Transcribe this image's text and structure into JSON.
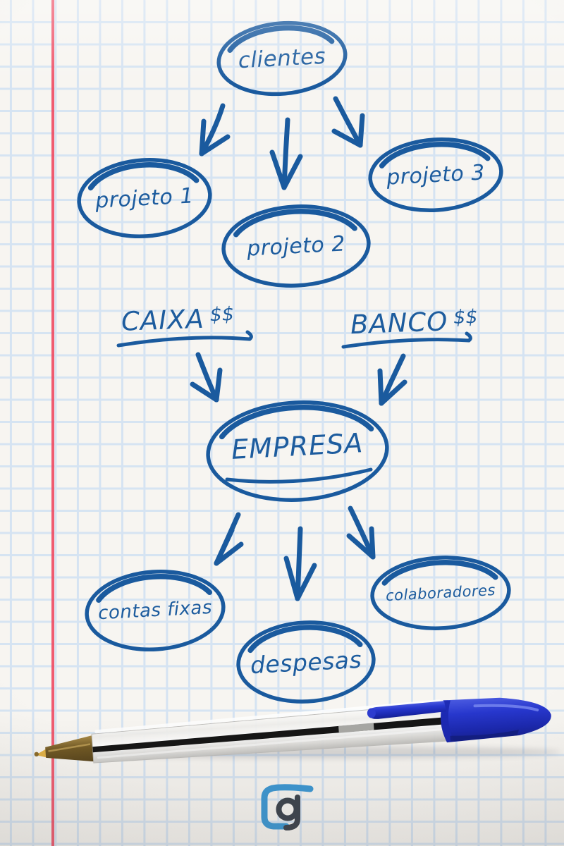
{
  "diagram": {
    "nodes": {
      "clientes": {
        "label": "clientes"
      },
      "projeto1": {
        "label": "projeto 1"
      },
      "projeto2": {
        "label": "projeto 2"
      },
      "projeto3": {
        "label": "projeto 3"
      },
      "empresa": {
        "label": "EMPRESA"
      },
      "contas_fixas": {
        "label": "contas fixas"
      },
      "despesas": {
        "label": "despesas"
      },
      "colaboradores": {
        "label": "colaboradores"
      }
    },
    "sources": {
      "caixa": {
        "label": "CAIXA",
        "currency": "$$"
      },
      "banco": {
        "label": "BANCO",
        "currency": "$$"
      }
    },
    "edges": [
      {
        "from": "clientes",
        "to": "projeto 1"
      },
      {
        "from": "clientes",
        "to": "projeto 2"
      },
      {
        "from": "clientes",
        "to": "projeto 3"
      },
      {
        "from": "CAIXA $$",
        "to": "EMPRESA"
      },
      {
        "from": "BANCO $$",
        "to": "EMPRESA"
      },
      {
        "from": "EMPRESA",
        "to": "contas fixas"
      },
      {
        "from": "EMPRESA",
        "to": "despesas"
      },
      {
        "from": "EMPRESA",
        "to": "colaboradores"
      }
    ],
    "colors": {
      "ink": "#1a5a9e",
      "grid": "#d5e3f2",
      "paper": "#f7f5f1",
      "margin_line": "#ee4a62",
      "pen_cap_blue": "#2433c5",
      "logo_blue": "#3b97d3",
      "logo_letter": "#3b424c"
    }
  },
  "logo": {
    "letter": "g"
  }
}
